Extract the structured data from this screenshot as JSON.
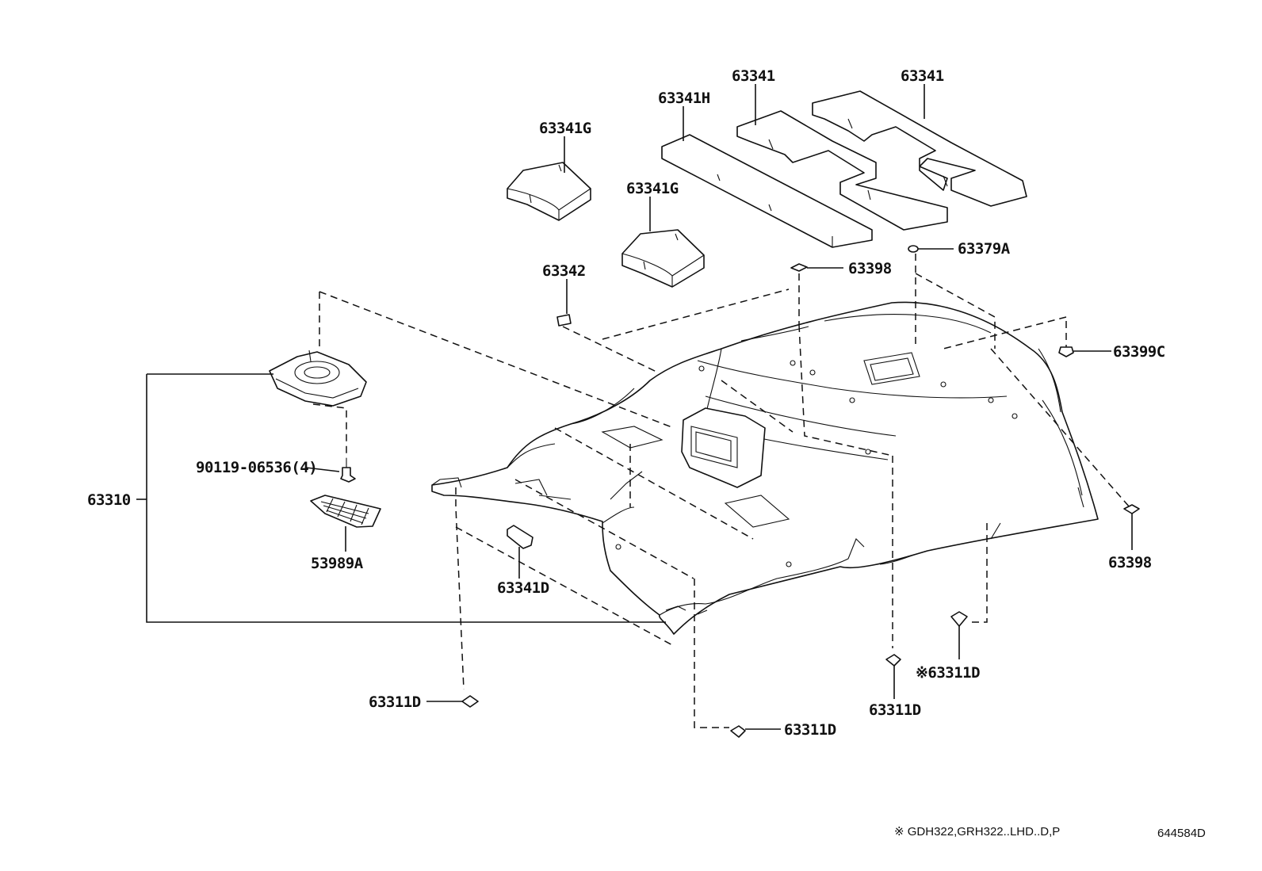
{
  "diagram": {
    "labels": {
      "p63341_a": "63341",
      "p63341_b": "63341",
      "p63341H": "63341H",
      "p63341G_a": "63341G",
      "p63341G_b": "63341G",
      "p63342": "63342",
      "p63398_a": "63398",
      "p63379A": "63379A",
      "p63399C": "63399C",
      "p63310": "63310",
      "p90119": "90119-06536(4)",
      "p53989A": "53989A",
      "p63341D": "63341D",
      "p63398_b": "63398",
      "p63311D_star": "※63311D",
      "p63311D_a": "63311D",
      "p63311D_b": "63311D",
      "p63311D_c": "63311D"
    },
    "footnote": "※ GDH322,GRH322..LHD..D,P",
    "diagram_code": "644584D"
  }
}
